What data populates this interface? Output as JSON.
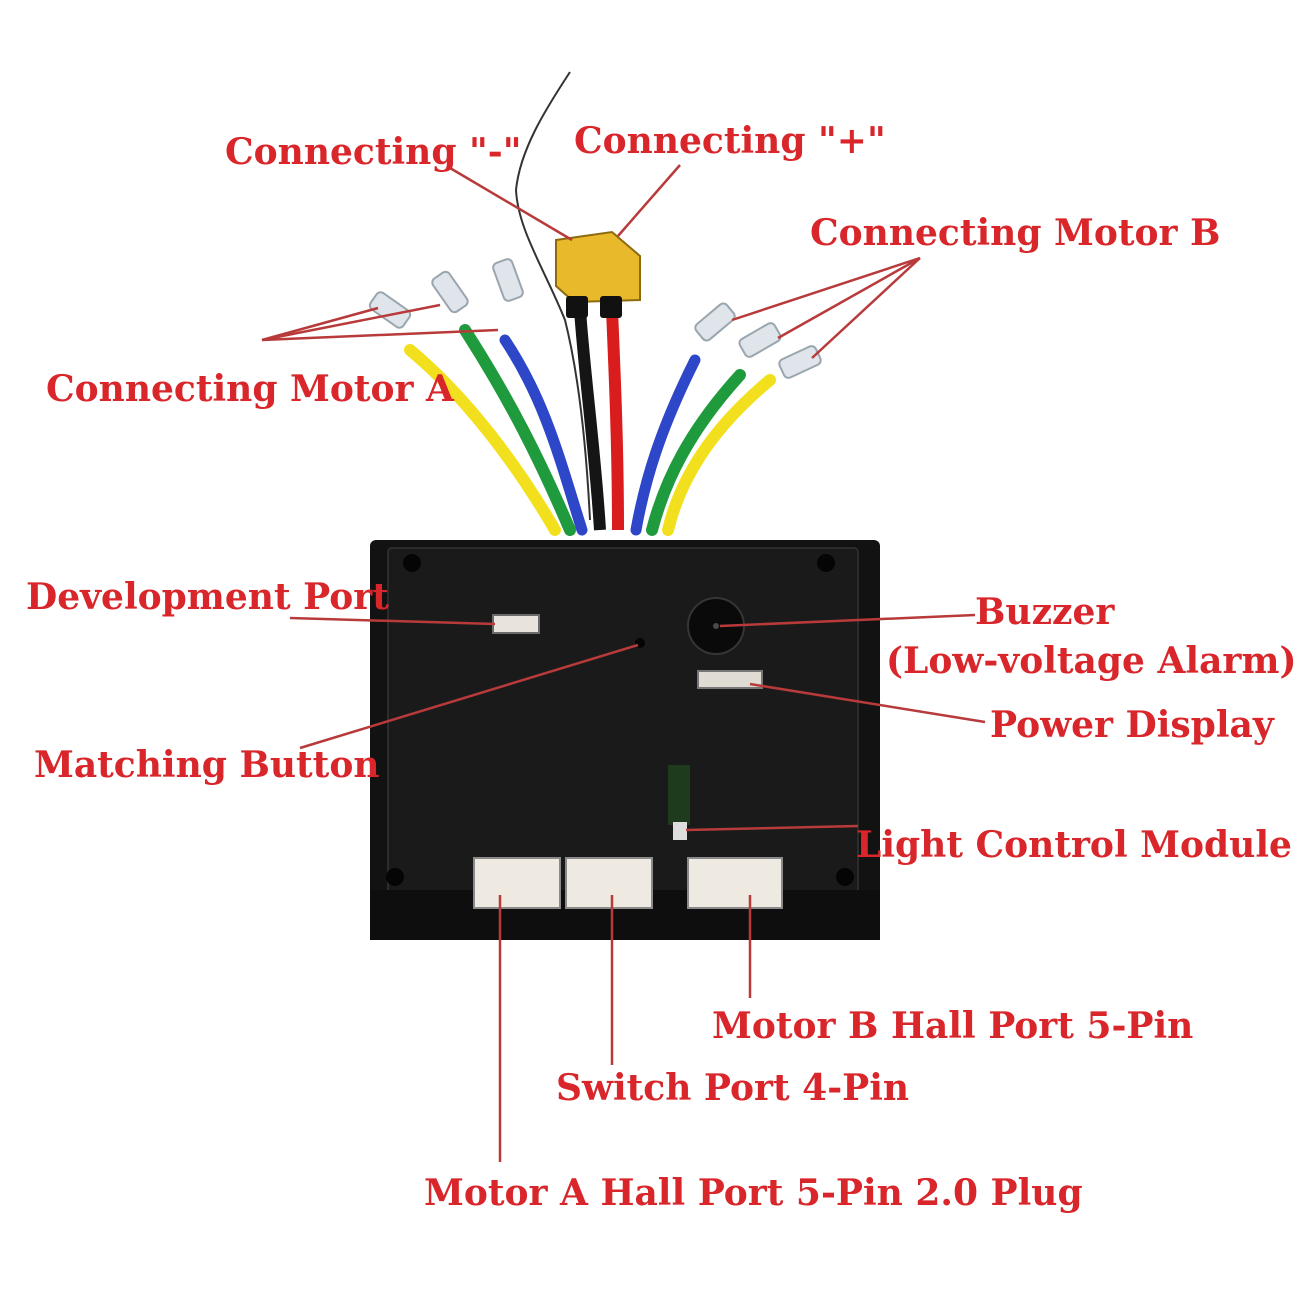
{
  "labels": {
    "minus": "Connecting \"-\"",
    "plus": "Connecting \"+\"",
    "motor_b": "Connecting Motor B",
    "motor_a": "Connecting Motor A",
    "dev_port": "Development Port",
    "buzzer_1": "Buzzer",
    "buzzer_2": "(Low-voltage Alarm)",
    "power_display": "Power Display",
    "matching_button": "Matching Button",
    "light_module": "Light Control Module",
    "motor_b_hall": "Motor B Hall Port 5-Pin",
    "switch_port": "Switch Port 4-Pin",
    "motor_a_hall": "Motor A Hall Port 5-Pin 2.0 Plug"
  },
  "colors": {
    "label": "#d8262b",
    "leader": "#b83a3a",
    "case": "#121212",
    "wire_yellow": "#f2e01e",
    "wire_green": "#1f9a3c",
    "wire_blue": "#2e46c8",
    "wire_red": "#d91c1c",
    "wire_black": "#151515",
    "xt60": "#e8b92a"
  }
}
